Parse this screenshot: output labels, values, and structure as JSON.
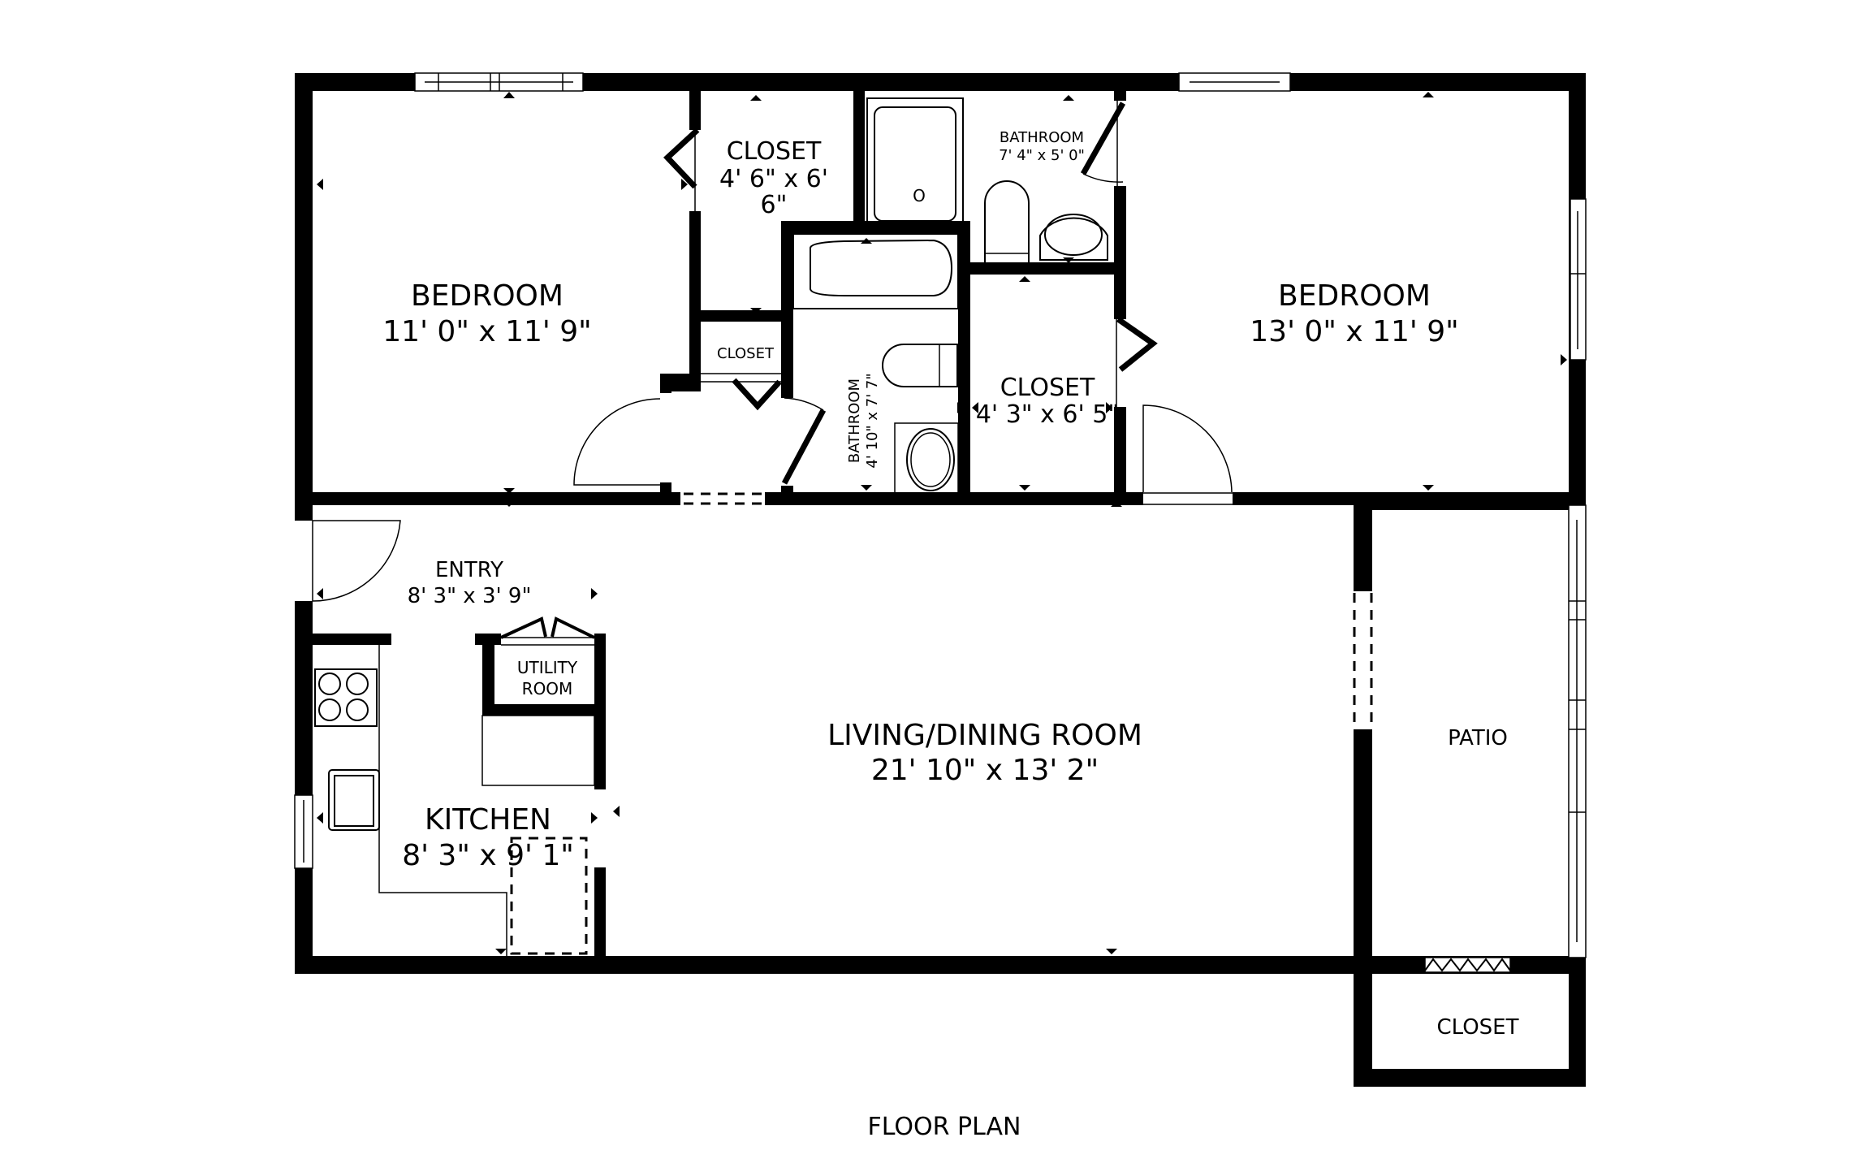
{
  "title": "FLOOR PLAN",
  "colors": {
    "wall": "#000000",
    "background": "#ffffff"
  },
  "rooms": {
    "bedroom_left": {
      "name": "BEDROOM",
      "dims": "11' 0\" x 11' 9\""
    },
    "closet_top": {
      "name": "CLOSET",
      "dims_line1": "4' 6\" x 6'",
      "dims_line2": "6\""
    },
    "closet_small": {
      "name": "CLOSET"
    },
    "bathroom_main": {
      "name": "BATHROOM",
      "dims": "7' 4\" x 5' 0\""
    },
    "bathroom_hall": {
      "name": "BATHROOM",
      "dims": "4' 10\" x 7' 7\""
    },
    "closet_mid": {
      "name": "CLOSET",
      "dims": "4' 3\" x 6' 5\""
    },
    "bedroom_right": {
      "name": "BEDROOM",
      "dims": "13' 0\" x 11' 9\""
    },
    "entry": {
      "name": "ENTRY",
      "dims": "8' 3\" x 3' 9\""
    },
    "utility": {
      "name_line1": "UTILITY",
      "name_line2": "ROOM"
    },
    "kitchen": {
      "name": "KITCHEN",
      "dims": "8' 3\" x 9' 1\""
    },
    "living": {
      "name": "LIVING/DINING ROOM",
      "dims": "21' 10\" x 13' 2\""
    },
    "patio": {
      "name": "PATIO"
    },
    "closet_patio": {
      "name": "CLOSET"
    }
  },
  "fixtures": {
    "shower_drain": "O",
    "icons": [
      "window-icon",
      "door-swing-icon",
      "bifold-door-icon",
      "sliding-door-icon",
      "stove-icon",
      "sink-icon",
      "toilet-icon",
      "bathtub-icon",
      "shower-icon",
      "vanity-sink-icon",
      "dimension-arrow-icon"
    ]
  }
}
